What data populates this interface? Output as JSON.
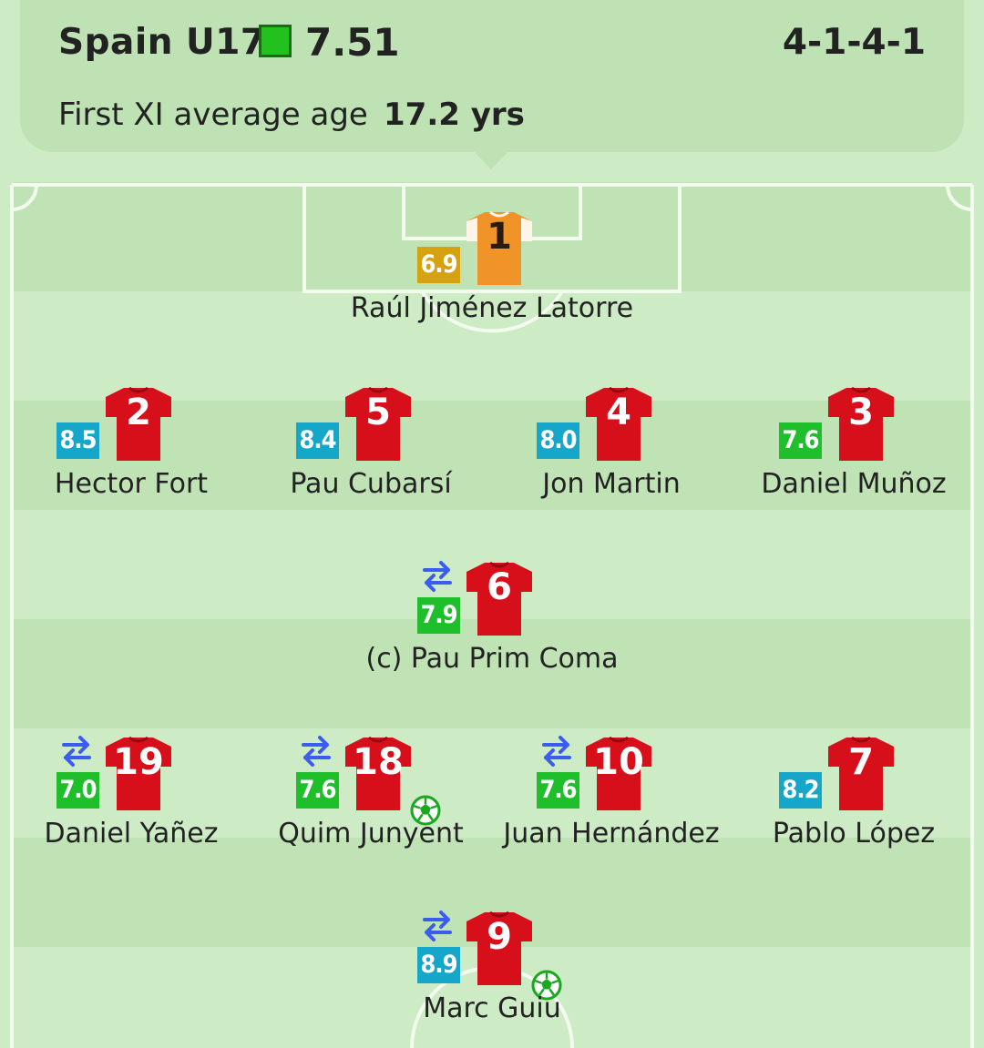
{
  "team": {
    "name": "Spain U17",
    "rating": "7.51",
    "formation": "4-1-4-1",
    "avg_age_label": "First XI average age",
    "avg_age_value": "17.2 yrs"
  },
  "colors": {
    "green_rating": "#1fbf2c",
    "blue_rating": "#15a6c9",
    "gold_rating": "#d6a20f",
    "shirt_red": "#d70f1a",
    "keeper_orange": "#f0942a",
    "sub_icon": "#3b5cf0"
  },
  "players": [
    {
      "name": "Raúl Jiménez Latorre",
      "number": "1",
      "rating": "6.9",
      "rating_color": "gold",
      "keeper": true,
      "sub": false,
      "goal": false
    },
    {
      "name": "Hector Fort",
      "number": "2",
      "rating": "8.5",
      "rating_color": "blue",
      "keeper": false,
      "sub": false,
      "goal": false
    },
    {
      "name": "Pau Cubarsí",
      "number": "5",
      "rating": "8.4",
      "rating_color": "blue",
      "keeper": false,
      "sub": false,
      "goal": false
    },
    {
      "name": "Jon Martin",
      "number": "4",
      "rating": "8.0",
      "rating_color": "blue",
      "keeper": false,
      "sub": false,
      "goal": false
    },
    {
      "name": "Daniel Muñoz",
      "number": "3",
      "rating": "7.6",
      "rating_color": "green",
      "keeper": false,
      "sub": false,
      "goal": false
    },
    {
      "name": "(c) Pau Prim Coma",
      "number": "6",
      "rating": "7.9",
      "rating_color": "green",
      "keeper": false,
      "sub": true,
      "goal": false
    },
    {
      "name": "Daniel Yañez",
      "number": "19",
      "rating": "7.0",
      "rating_color": "green",
      "keeper": false,
      "sub": true,
      "goal": false
    },
    {
      "name": "Quim Junyent",
      "number": "18",
      "rating": "7.6",
      "rating_color": "green",
      "keeper": false,
      "sub": true,
      "goal": true
    },
    {
      "name": "Juan Hernández",
      "number": "10",
      "rating": "7.6",
      "rating_color": "green",
      "keeper": false,
      "sub": true,
      "goal": false
    },
    {
      "name": "Pablo López",
      "number": "7",
      "rating": "8.2",
      "rating_color": "blue",
      "keeper": false,
      "sub": false,
      "goal": false
    },
    {
      "name": "Marc Guiu",
      "number": "9",
      "rating": "8.9",
      "rating_color": "blue",
      "keeper": false,
      "sub": true,
      "goal": true
    }
  ]
}
